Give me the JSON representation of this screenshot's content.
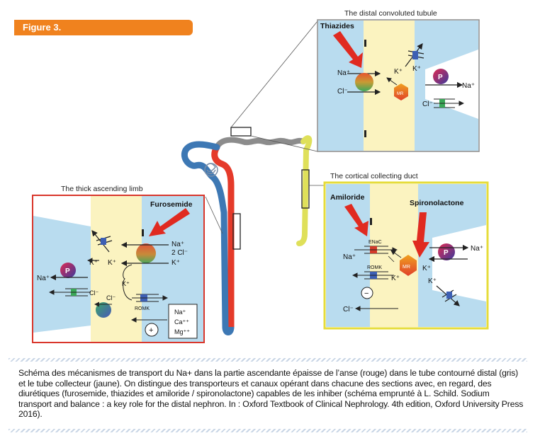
{
  "figure_label": "Figure 3.",
  "panels": {
    "distal": {
      "title": "The distal convoluted tubule",
      "drug": "Thiazides",
      "na": "Na⁺",
      "cl": "Cl⁻",
      "k1": "K⁺",
      "k2": "K⁺",
      "mr": "MR",
      "p": "P",
      "na_out": "Na⁺",
      "cl_out": "Cl⁻"
    },
    "thick": {
      "title": "The thick ascending limb",
      "drug": "Furosemide",
      "na": "Na⁺",
      "cl2": "2 Cl⁻",
      "k": "K⁺",
      "k_left": "K⁺",
      "k_mid": "K⁺",
      "k_romk": "K⁺",
      "romk": "ROMK",
      "p": "P",
      "na_out": "Na⁺",
      "cl_out": "Cl⁻",
      "cl_lower": "Cl⁻",
      "plus": "+",
      "box_na": "Na⁺",
      "box_ca": "Ca⁺⁺",
      "box_mg": "Mg⁺⁺"
    },
    "collecting": {
      "title": "The cortical collecting duct",
      "drug1": "Amiloride",
      "drug2": "Spironolactone",
      "enac": "ENaC",
      "na": "Na⁺",
      "romk": "ROMK",
      "k": "K⁺",
      "minus": "−",
      "cl": "Cl⁻",
      "mr": "MR",
      "p": "P",
      "na_out": "Na⁺",
      "k_mid": "K⁺",
      "k_low": "K⁺"
    }
  },
  "caption": "Schéma des mécanismes de transport du Na+ dans la partie ascendante épaisse de l’anse (rouge) dans le tube contourné distal (gris) et le tube collecteur (jaune). On distingue des transporteurs et canaux opérant dans chacune des sections avec, en regard, des diurétiques (furosemide, thiazides et amiloride / spironolactone) capables de les inhiber (schéma emprunté à L. Schild. Sodium transport and balance : a key role for the distal nephron. In : Oxford Textbook of Clinical Nephrology. 4th edition, Oxford University Press 2016).",
  "colors": {
    "tag": "#f0821e",
    "thick_border": "#d9362b",
    "distal_border": "#8a8a8a",
    "collecting_border": "#e6dc3a",
    "red_limb": "#e53a2a",
    "blue_limb": "#3d78b4",
    "grey_tubule": "#8c8c8c",
    "yellow_duct": "#dfe05a",
    "lumen_blue": "#b9dcef",
    "cell_yellow": "#fbf3c0"
  }
}
